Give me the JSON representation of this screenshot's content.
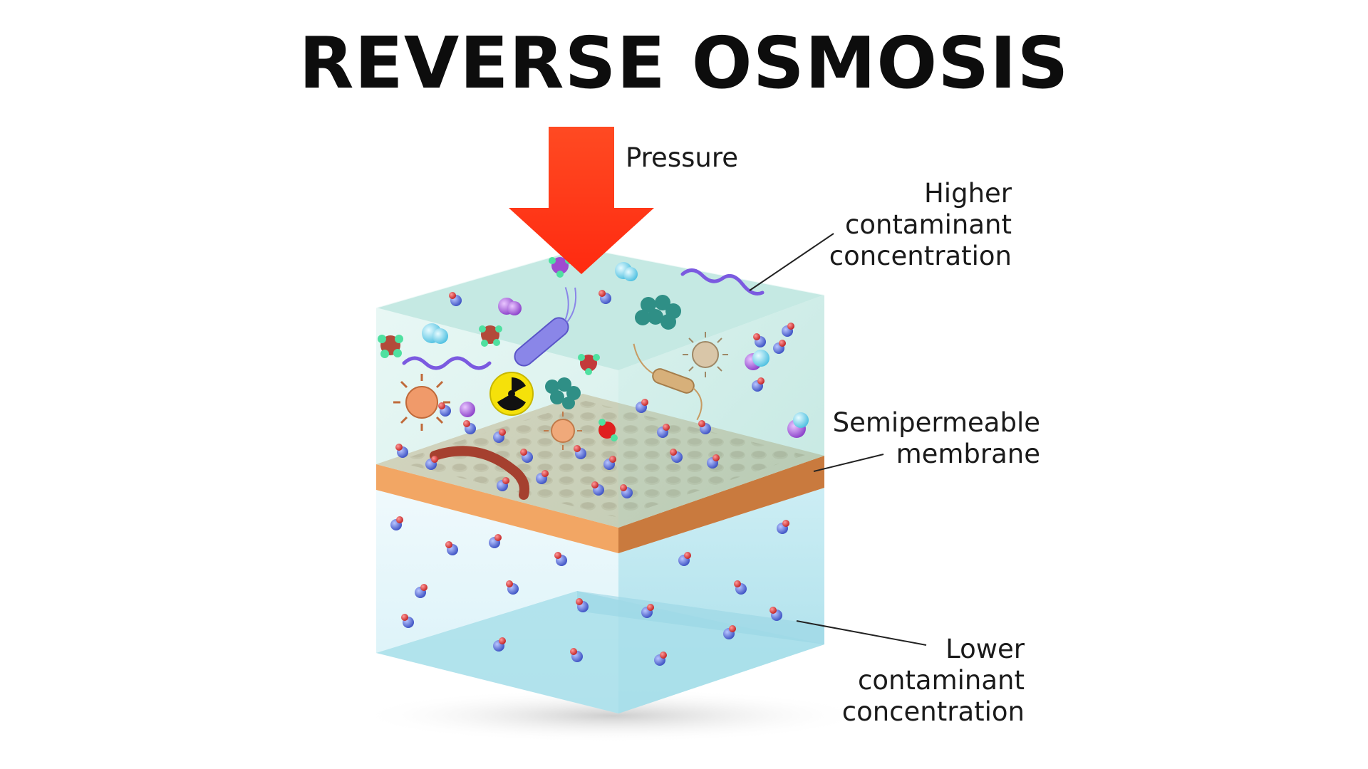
{
  "title": "REVERSE OSMOSIS",
  "labels": {
    "pressure": "Pressure",
    "higher": [
      "Higher",
      "contaminant",
      "concentration"
    ],
    "membrane": [
      "Semipermeable",
      "membrane"
    ],
    "lower": [
      "Lower",
      "contaminant",
      "concentration"
    ]
  },
  "colors": {
    "arrow": "#ff3b1f",
    "upper_water": "#a8e0d6",
    "lower_water": "#c3e9f2",
    "membrane_top": "#d9b48a",
    "membrane_side": "#f0a060",
    "oxygen": "#d33a3a",
    "hydrogen": "#5a6fd8",
    "radiation": "#f5e10a"
  }
}
